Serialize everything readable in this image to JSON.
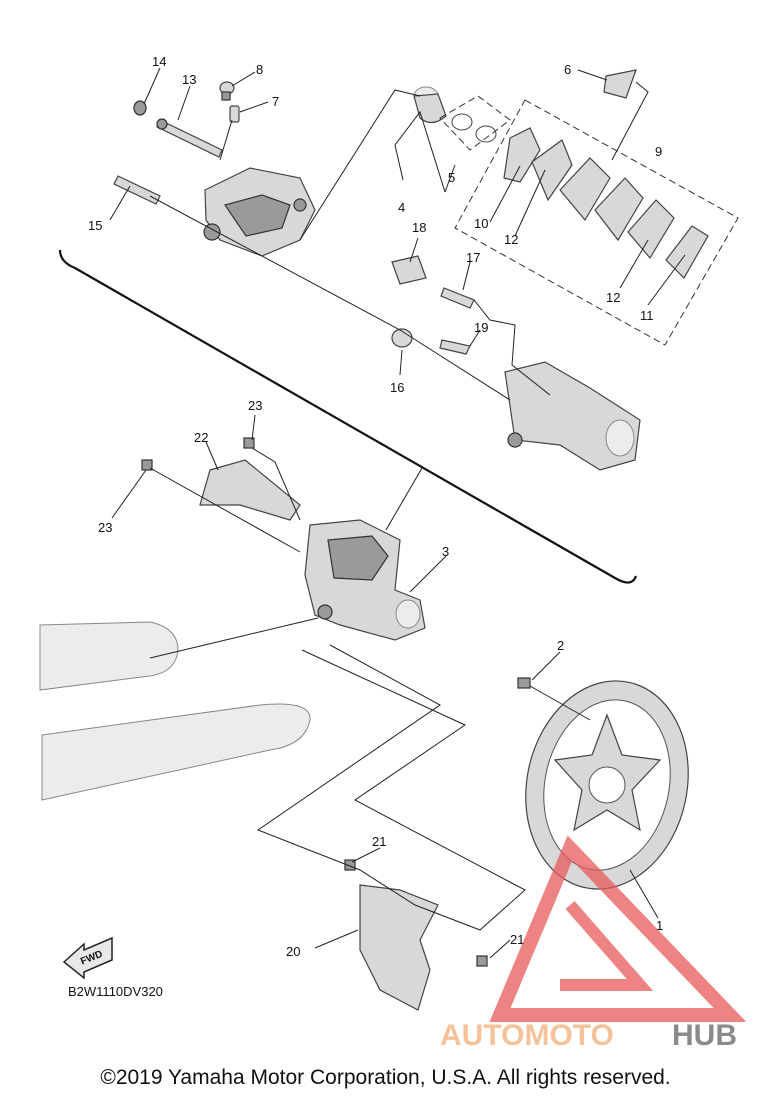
{
  "diagram_code": "B2W1110DV320",
  "fwd_label": "FWD",
  "watermark": {
    "text_left": "AUTOMOTO",
    "text_right": "HUB",
    "color_left": "#f5c29a",
    "color_right": "#8a8a8a",
    "triangle_color": "#e85a5a"
  },
  "copyright": "©2019 Yamaha Motor Corporation, U.S.A. All rights reserved.",
  "callouts": [
    "1",
    "2",
    "3",
    "4",
    "5",
    "6",
    "7",
    "8",
    "9",
    "10",
    "11",
    "12",
    "12",
    "13",
    "14",
    "15",
    "16",
    "17",
    "18",
    "19",
    "20",
    "21",
    "21",
    "22",
    "23",
    "23"
  ]
}
